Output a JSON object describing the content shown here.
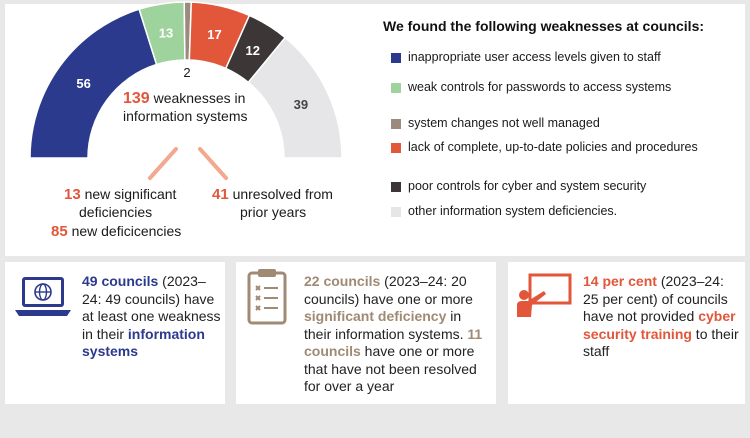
{
  "chart_data": {
    "type": "pie",
    "subtype": "semi-donut",
    "center_number": "139",
    "center_text": " weaknesses in information systems",
    "slices": [
      {
        "label": "inappropriate user access levels given to staff",
        "value": 56,
        "color": "#2b3a8c"
      },
      {
        "label": "weak controls for passwords to access systems",
        "value": 13,
        "color": "#9ed39e"
      },
      {
        "label": "system changes not well managed",
        "value": 2,
        "color": "#9b8a7e"
      },
      {
        "label": "lack of complete, up-to-date policies and procedures",
        "value": 17,
        "color": "#e2563a"
      },
      {
        "label": "poor controls for cyber and system security",
        "value": 12,
        "color": "#3d3636"
      },
      {
        "label": "other information system deficiencies.",
        "value": 39,
        "color": "#e6e6e9"
      }
    ],
    "breakdown": {
      "left": [
        {
          "number": "13",
          "text": " new significant"
        },
        {
          "number": "",
          "text": "deficiencies"
        },
        {
          "number": "85",
          "text": " new deficicencies"
        }
      ],
      "right": [
        {
          "number": "41",
          "text": " unresolved from"
        },
        {
          "number": "",
          "text": "prior years"
        }
      ]
    }
  },
  "legend_title": "We found the following weaknesses at councils:",
  "cards": [
    {
      "icon": "laptop-globe-icon",
      "segments": [
        {
          "t": "49 councils",
          "cls": "b navy"
        },
        {
          "t": " (2023–24: 49 councils) have at least one weakness in their ",
          "cls": ""
        },
        {
          "t": "information systems",
          "cls": "b navy"
        }
      ]
    },
    {
      "icon": "clipboard-checklist-icon",
      "segments": [
        {
          "t": "22 councils",
          "cls": "b brown"
        },
        {
          "t": " (2023–24: 20 councils) have one or more ",
          "cls": ""
        },
        {
          "t": "significant deficiency",
          "cls": "b brown"
        },
        {
          "t": " in their information systems. ",
          "cls": ""
        },
        {
          "t": "11 councils",
          "cls": "b brown"
        },
        {
          "t": " have one or more that have not been resolved for over a year",
          "cls": ""
        }
      ]
    },
    {
      "icon": "presenter-whiteboard-icon",
      "segments": [
        {
          "t": "14 per cent",
          "cls": "b orange"
        },
        {
          "t": " (2023–24: 25 per cent) of councils have not provided ",
          "cls": ""
        },
        {
          "t": "cyber security training",
          "cls": "b orange"
        },
        {
          "t": " to their staff",
          "cls": ""
        }
      ]
    }
  ]
}
